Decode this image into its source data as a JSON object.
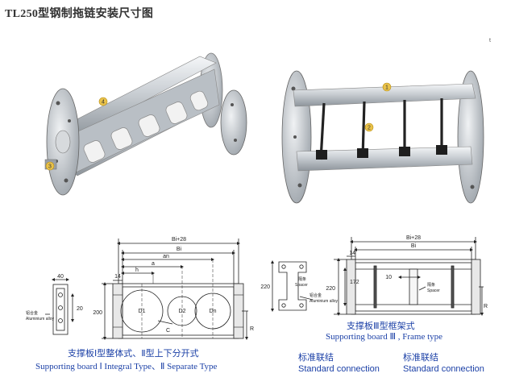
{
  "page": {
    "title": "TL250型钢制拖链安装尺寸图",
    "stray_mark": "t"
  },
  "photos": {
    "left_callouts": [
      "4",
      "3"
    ],
    "right_callouts": [
      "1",
      "2"
    ]
  },
  "drawing_left_small": {
    "dim_width": "40",
    "dim_height": "20",
    "material_cn": "铝合金",
    "material_en": "Aluminium alloy"
  },
  "drawing_integral": {
    "dim_overall": "Bi+28",
    "dim_bi": "Bi",
    "dim_an": "an",
    "dim_a": "a",
    "dim_h": "h",
    "dim_14": "14",
    "dim_height": "200",
    "dim_r": "R",
    "dim_c": "C",
    "holes": [
      "D1",
      "D2",
      "Dn"
    ],
    "caption_cn": "支撑板Ⅰ型整体式、Ⅱ型上下分开式",
    "caption_en": "Supporting board Ⅰ Integral Type、Ⅱ Separate Type"
  },
  "drawing_frame": {
    "dim_overall": "Bi+28",
    "dim_bi": "Bi",
    "dim_14": "14",
    "dim_220": "220",
    "dim_172": "172",
    "dim_10": "10",
    "dim_r": "R",
    "spacer_cn": "隔条",
    "spacer_en": "Spacer",
    "material_cn": "铝合金",
    "material_en": "Aluminium alloy",
    "caption_cn": "支撑板Ⅲ型框架式",
    "caption_en": "Supporting board Ⅲ , Frame type"
  },
  "standard_connection": {
    "left_cn": "标准联结",
    "left_en": "Standard connection",
    "right_cn": "标准联结",
    "right_en": "Standard connection"
  }
}
